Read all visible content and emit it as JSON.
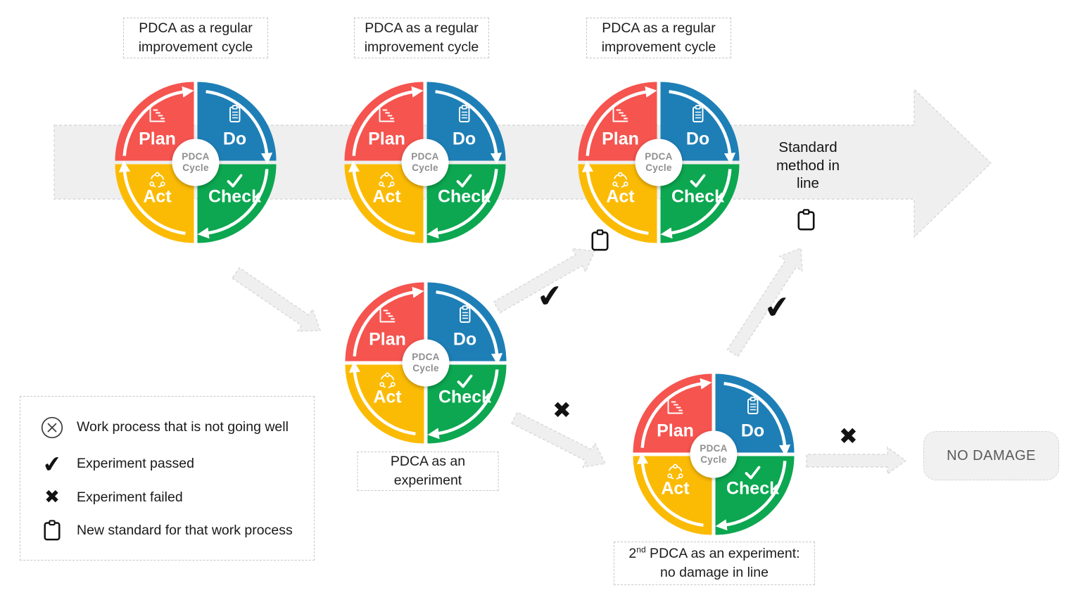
{
  "pdca": {
    "center_line1": "PDCA",
    "center_line2": "Cycle",
    "quadrants": {
      "plan": "Plan",
      "do": "Do",
      "check": "Check",
      "act": "Act"
    }
  },
  "cycles": [
    {
      "id": "regular-1",
      "title": "PDCA as a regular improvement cycle"
    },
    {
      "id": "regular-2",
      "title": "PDCA as a regular improvement cycle"
    },
    {
      "id": "regular-3",
      "title": "PDCA as a regular improvement cycle"
    },
    {
      "id": "experiment-1",
      "title": "PDCA as an experiment"
    },
    {
      "id": "experiment-2",
      "title_prefix": "2",
      "title_sup": "nd",
      "title_line1_rest": " PDCA as an experiment:",
      "title_line2": "no damage in line"
    }
  ],
  "flow": {
    "standard_method": "Standard method in line",
    "no_damage": "NO DAMAGE"
  },
  "legend": {
    "items": [
      {
        "icon": "circle-x-icon",
        "label": "Work process that is not going well"
      },
      {
        "icon": "check-icon",
        "label": "Experiment passed"
      },
      {
        "icon": "x-icon",
        "label": "Experiment failed"
      },
      {
        "icon": "clipboard-icon",
        "label": "New standard for that work process"
      }
    ]
  },
  "marks": {
    "check": "✔",
    "x": "✖"
  },
  "colors": {
    "plan": "#F5544F",
    "do": "#1E7FB7",
    "check": "#0CA750",
    "act": "#FBBB05",
    "band_fill": "#EFEFEF",
    "band_border": "#D8D8D8",
    "center_text": "#8F8F8F"
  }
}
